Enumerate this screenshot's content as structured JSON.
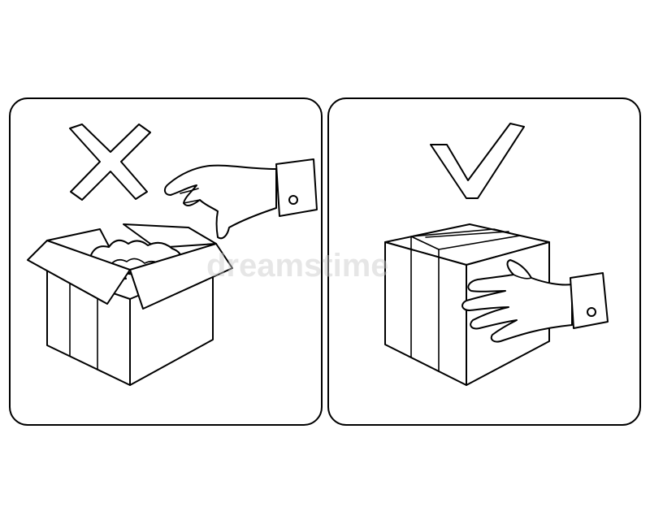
{
  "panels": [
    {
      "id": "wrong",
      "mark_icon": "cross-icon",
      "scene": "open-box-with-loose-filling-and-hand-reaching-in"
    },
    {
      "id": "right",
      "mark_icon": "check-icon",
      "scene": "sealed-taped-box-held-by-hand"
    }
  ],
  "watermark": {
    "text": "dreamstime"
  },
  "colors": {
    "stroke": "#000000",
    "fill": "#ffffff"
  }
}
